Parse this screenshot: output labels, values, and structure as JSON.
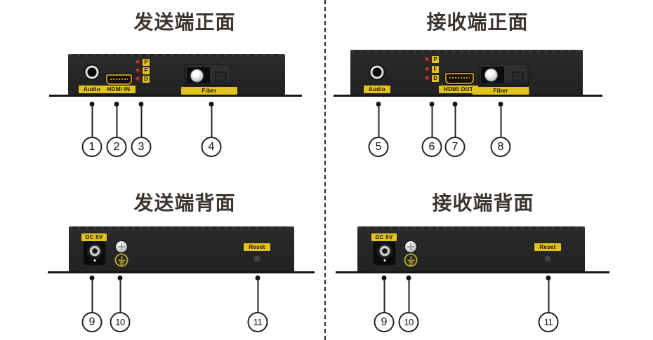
{
  "colors": {
    "label_bg": "#e2c31e",
    "device_body": "#262626",
    "title_text": "#3b3430",
    "led_red": "#6b1e1e",
    "ground_symbol": "#b1a22b"
  },
  "tx_front": {
    "title": "发送端正面",
    "audio_label": "Audio",
    "hdmi_label": "HDMI IN",
    "led_labels": [
      "P",
      "F",
      "D"
    ],
    "fiber_label": "Fiber",
    "callouts": [
      "1",
      "2",
      "3",
      "4"
    ]
  },
  "rx_front": {
    "title": "接收端正面",
    "audio_label": "Audio",
    "hdmi_label": "HDMI OUT",
    "led_labels": [
      "P",
      "F",
      "D"
    ],
    "fiber_label": "Fiber",
    "callouts": [
      "5",
      "6",
      "7",
      "8"
    ]
  },
  "tx_back": {
    "title": "发送端背面",
    "dc_label": "DC 5V",
    "reset_label": "Reset",
    "callouts": [
      "9",
      "10",
      "11"
    ]
  },
  "rx_back": {
    "title": "接收端背面",
    "dc_label": "DC 5V",
    "reset_label": "Reset",
    "callouts": [
      "9",
      "10",
      "11"
    ]
  }
}
